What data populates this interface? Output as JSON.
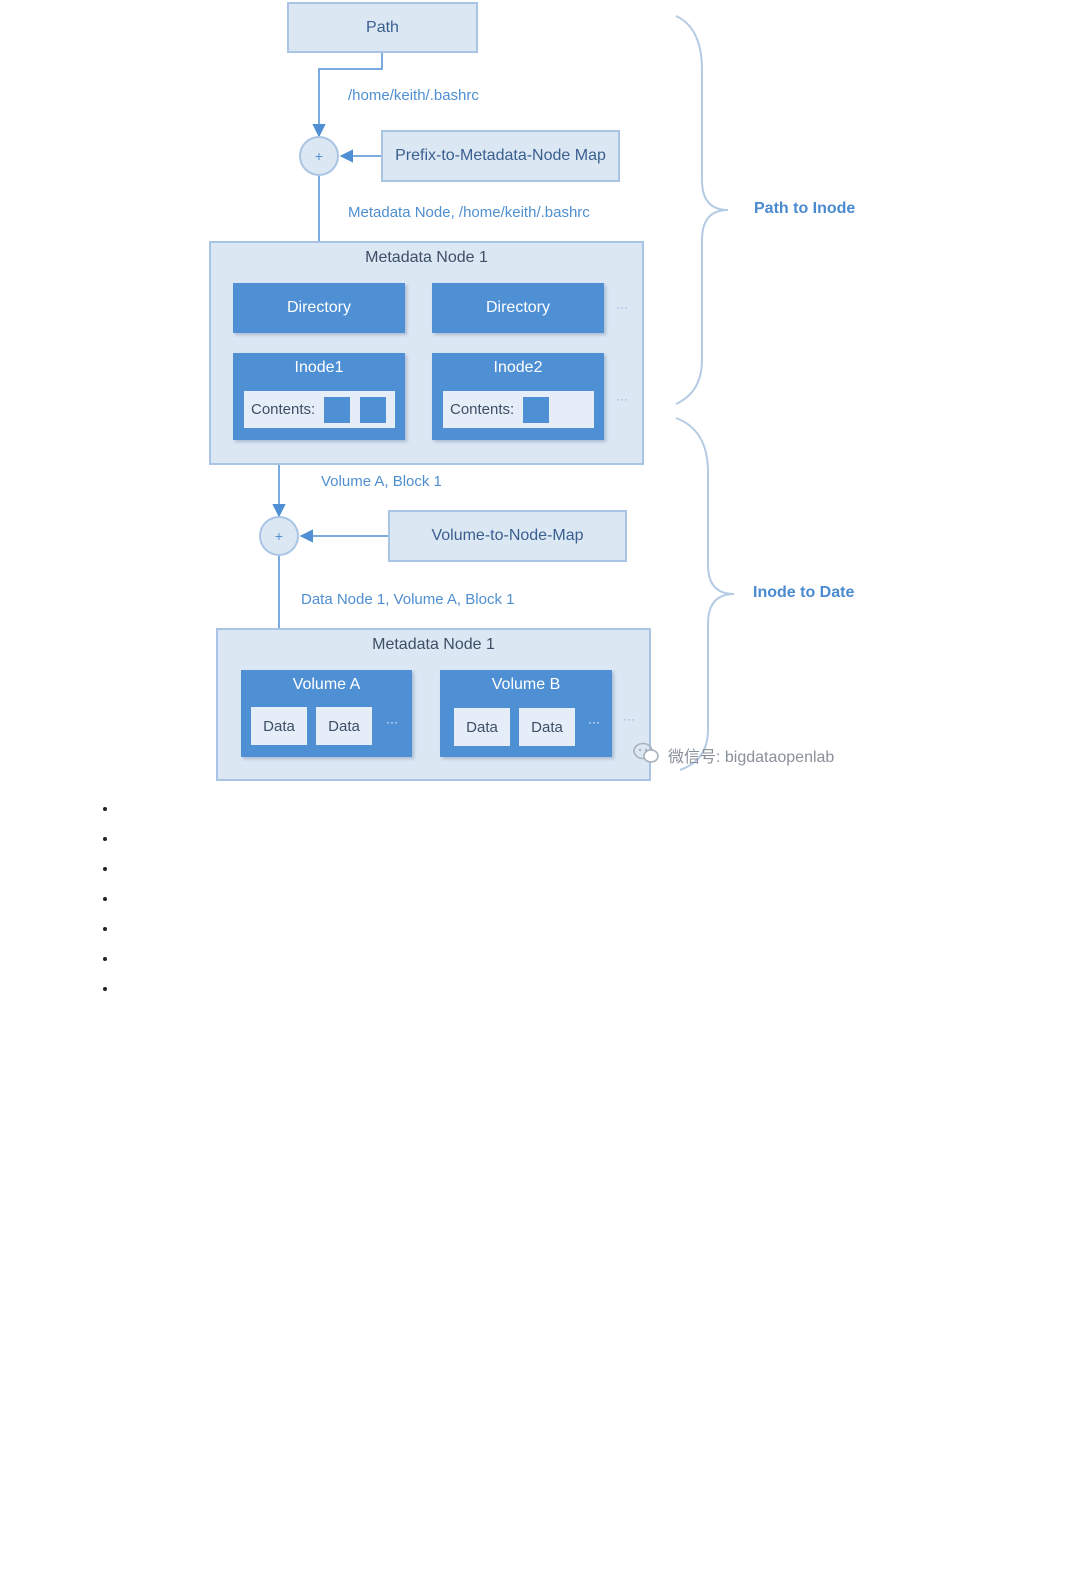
{
  "diagram": {
    "path_box": "Path",
    "path_value": "/home/keith/.bashrc",
    "plus_symbol": "+",
    "prefix_map": "Prefix-to-Metadata-Node Map",
    "metadata_lookup": "Metadata Node, /home/keith/.bashrc",
    "meta_panel_top": {
      "title": "Metadata Node 1",
      "directory_left": "Directory",
      "directory_right": "Directory",
      "inode1": "Inode1",
      "inode2": "Inode2",
      "contents_left": "Contents:",
      "contents_right": "Contents:",
      "ellipsis": "···"
    },
    "block_label": "Volume A, Block 1",
    "volume_map": "Volume-to-Node-Map",
    "data_node_label": "Data Node 1, Volume A, Block 1",
    "meta_panel_bottom": {
      "title": "Metadata Node 1",
      "volume_a": "Volume A",
      "volume_b": "Volume B",
      "data": "Data",
      "ellipsis": "···"
    },
    "section_path_to_inode": "Path to Inode",
    "section_inode_to_date": "Inode to Date",
    "watermark": "微信号: bigdataopenlab"
  },
  "bullet_count": 7,
  "colors": {
    "accent": "#4f90d4",
    "light_fill": "#dce7f4",
    "border": "#a9c4e4",
    "label_text": "#4f8fd0"
  }
}
